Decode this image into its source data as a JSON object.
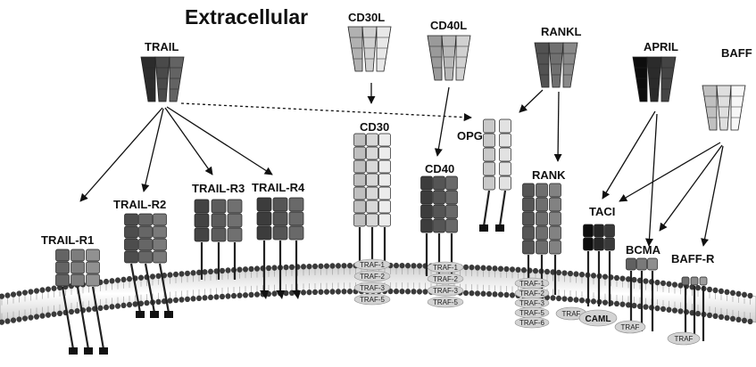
{
  "title": "Extracellular",
  "ligands": {
    "trail": "TRAIL",
    "cd30l": "CD30L",
    "cd40l": "CD40L",
    "rankl": "RANKL",
    "april": "APRIL",
    "baff": "BAFF"
  },
  "receptors": {
    "trail_r1": "TRAIL-R1",
    "trail_r2": "TRAIL-R2",
    "trail_r3": "TRAIL-R3",
    "trail_r4": "TRAIL-R4",
    "cd30": "CD30",
    "cd40": "CD40",
    "opg": "OPG",
    "rank": "RANK",
    "taci": "TACI",
    "bcma": "BCMA",
    "baff_r": "BAFF-R"
  },
  "adaptors": {
    "cd30_traf": [
      "TRAF-1",
      "TRAF-2",
      "TRAF-3",
      "TRAF-5"
    ],
    "cd40_traf": [
      "TRAF-1",
      "TRAF-2",
      "TRAF-3",
      "TRAF-5"
    ],
    "rank_traf": [
      "TRAF-1",
      "TRAF-2",
      "TRAF-3",
      "TRAF-5",
      "TRAF-6"
    ],
    "taci_traf": "TRAF",
    "taci_caml": "CAML",
    "bcma_traf": "TRAF",
    "baffr_traf": "TRAF"
  },
  "colors": {
    "trail": "#4a4a4a",
    "cd30l": "#cfcfcf",
    "cd40l": "#b8b8b8",
    "rankl": "#707070",
    "april": "#2b2b2b",
    "baff": "#dedede",
    "membrane_head": "#3a3a3a",
    "traf": "#d3d3d3"
  }
}
